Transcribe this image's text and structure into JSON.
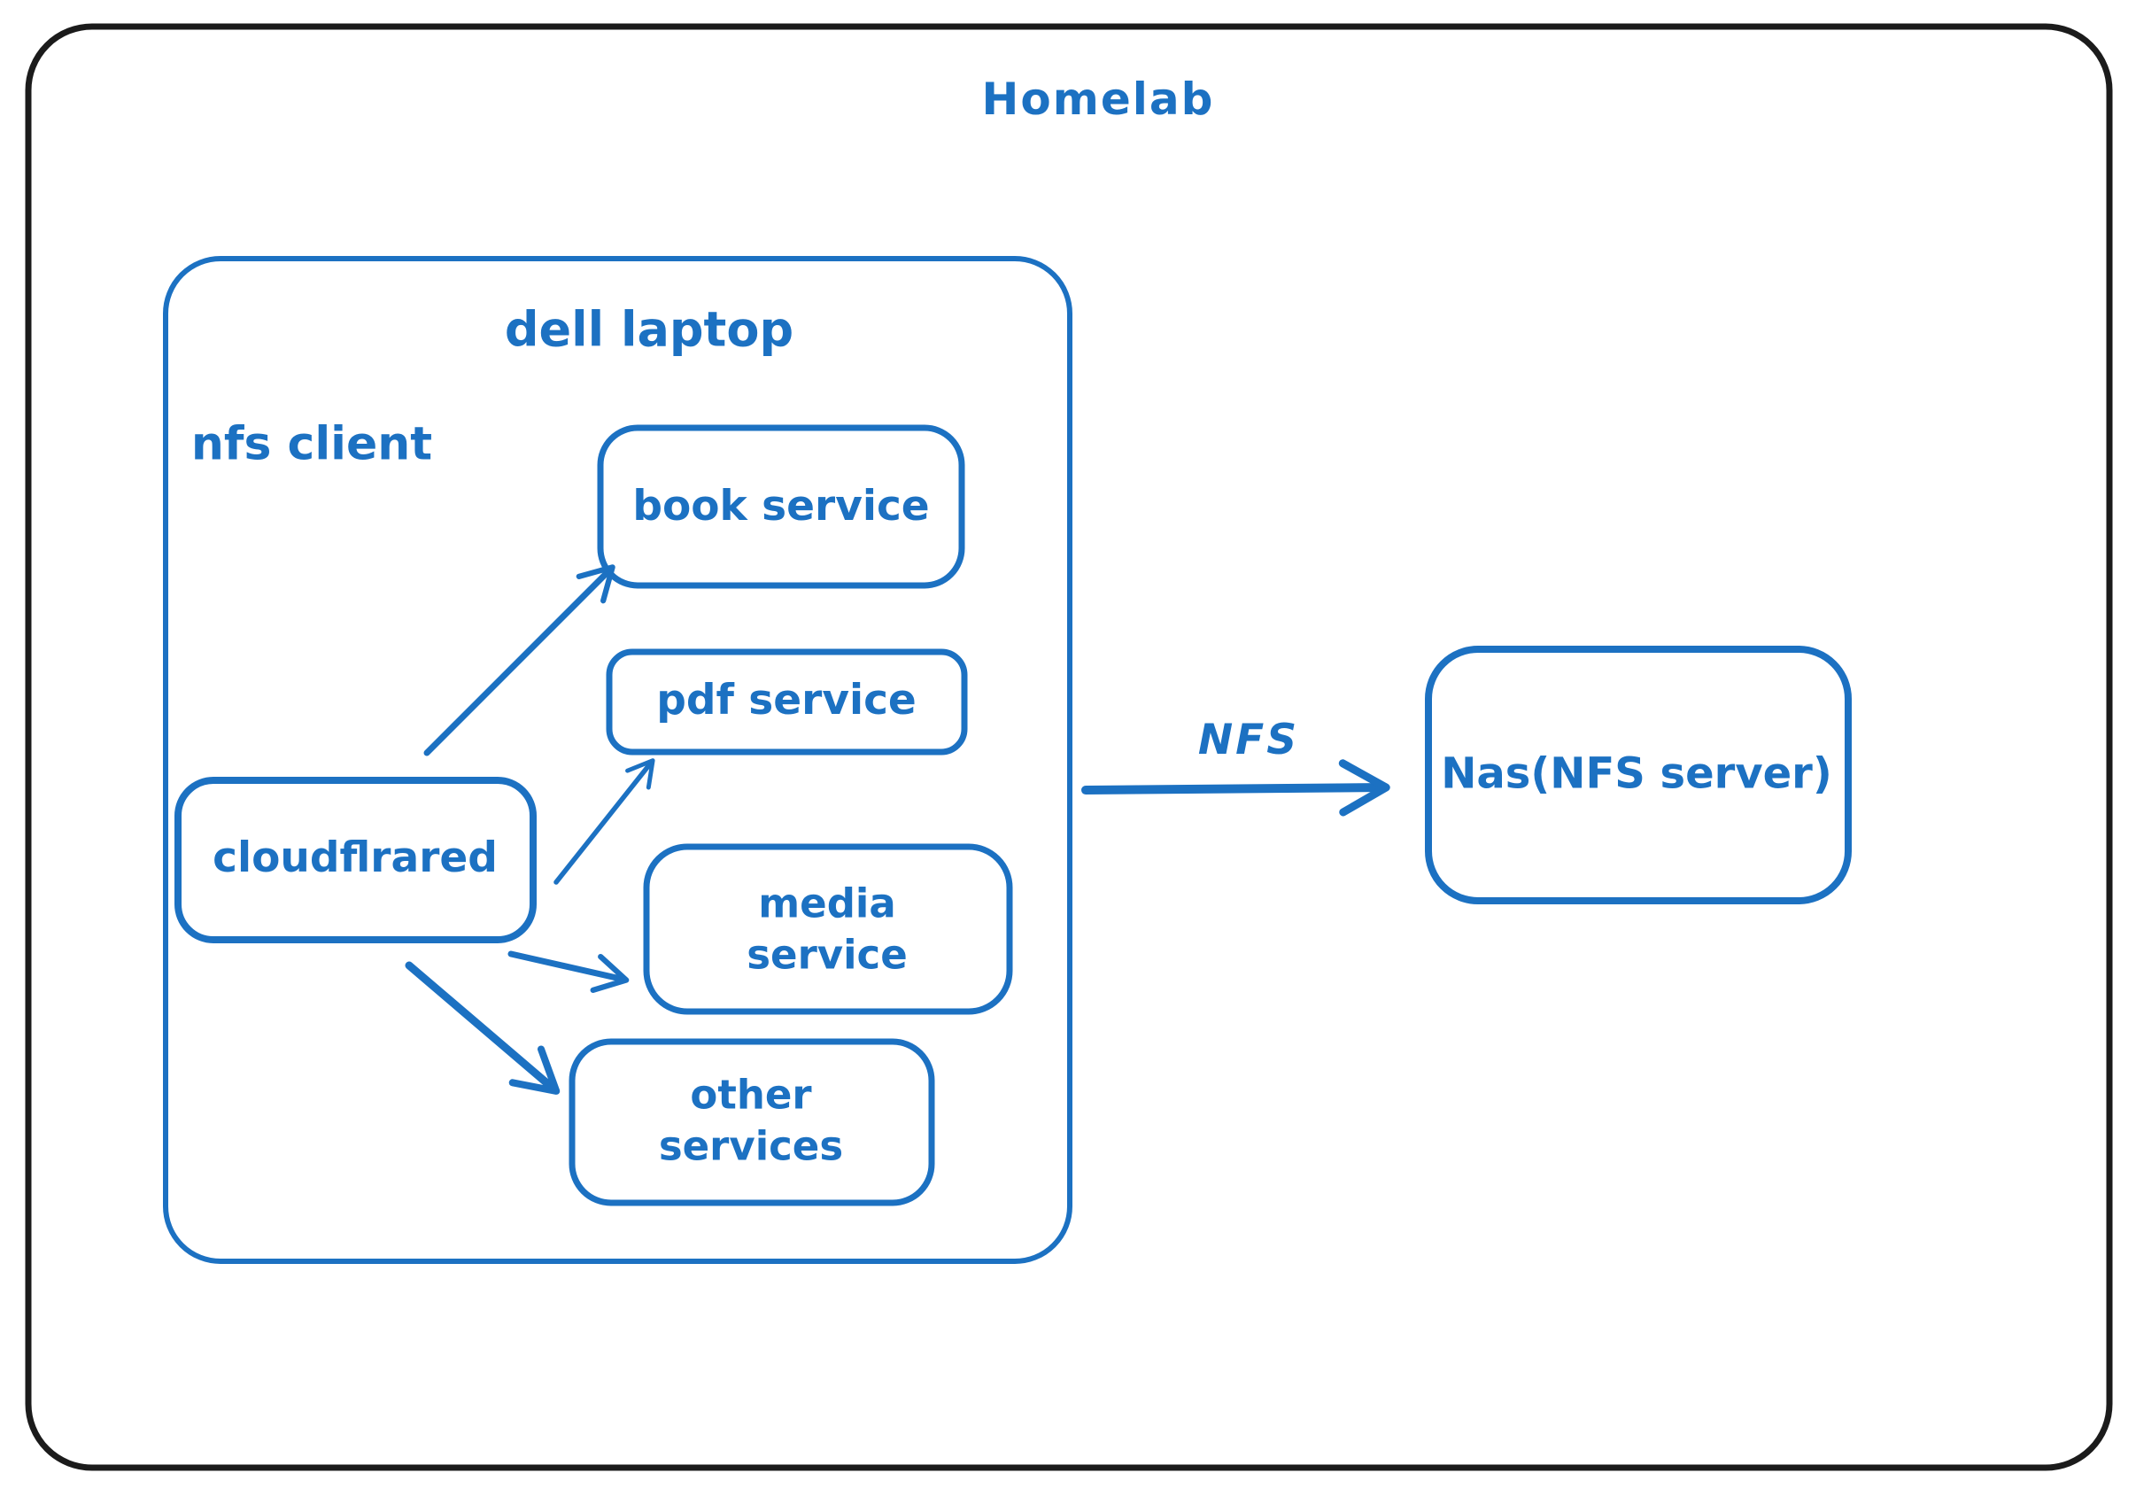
{
  "title": "Homelab",
  "colors": {
    "background": "#ffffff",
    "frame_ink": "#1b1b1b",
    "accent_blue": "#1c71c2"
  },
  "containers": {
    "homelab": {
      "label": "Homelab"
    },
    "dell_laptop": {
      "label": "dell laptop"
    },
    "nfs_client": {
      "label": "nfs client"
    }
  },
  "nodes": {
    "book_service": {
      "label": "book service"
    },
    "pdf_service": {
      "label": "pdf service"
    },
    "cloudflrared": {
      "label": "cloudflrared"
    },
    "media_service": {
      "label": "media\nservice"
    },
    "other_services": {
      "label": "other\nservices"
    },
    "nas": {
      "label": "Nas(NFS server)"
    }
  },
  "edges": [
    {
      "from": "cloudflrared",
      "to": "book_service",
      "label": ""
    },
    {
      "from": "cloudflrared",
      "to": "pdf_service",
      "label": ""
    },
    {
      "from": "cloudflrared",
      "to": "media_service",
      "label": ""
    },
    {
      "from": "cloudflrared",
      "to": "other_services",
      "label": ""
    },
    {
      "from": "dell_laptop",
      "to": "nas",
      "label": "NFS"
    }
  ]
}
